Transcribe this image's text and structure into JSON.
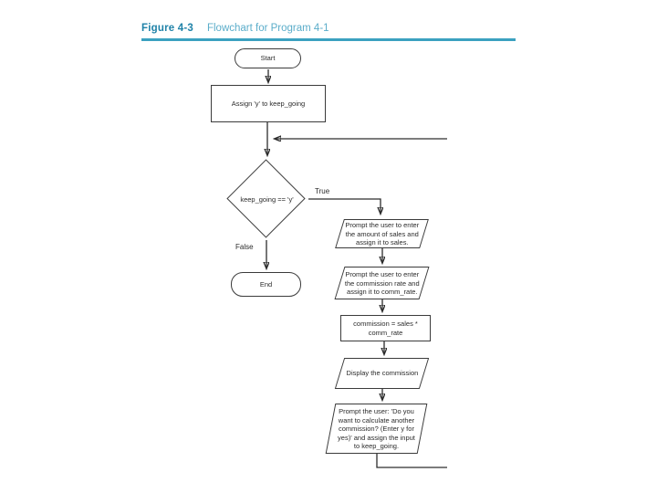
{
  "figure_header": {
    "label": "Figure 4-3",
    "title": "Flowchart for Program 4-1"
  },
  "colors": {
    "header_label": "#1f82a8",
    "header_title": "#5badca",
    "header_rule": "#3ba1c0",
    "connector_line": "#2d2d2d",
    "node_border": "#3b3b3b",
    "node_text": "#2b2b2b",
    "background": "#ffffff"
  },
  "flowchart": {
    "start": "Start",
    "assign": "Assign 'y' to keep_going",
    "decision": "keep_going == 'y'",
    "true_label": "True",
    "false_label": "False",
    "end": "End",
    "prompt_sales": "Prompt the user to enter the amount of sales and assign it to sales.",
    "prompt_rate": "Prompt the user to enter the commission rate and assign it to comm_rate.",
    "compute": "commission = sales * comm_rate",
    "display": "Display the commission",
    "prompt_again": "Prompt the user: 'Do you want to calculate another commission? (Enter y for yes)' and assign the input to keep_going."
  }
}
